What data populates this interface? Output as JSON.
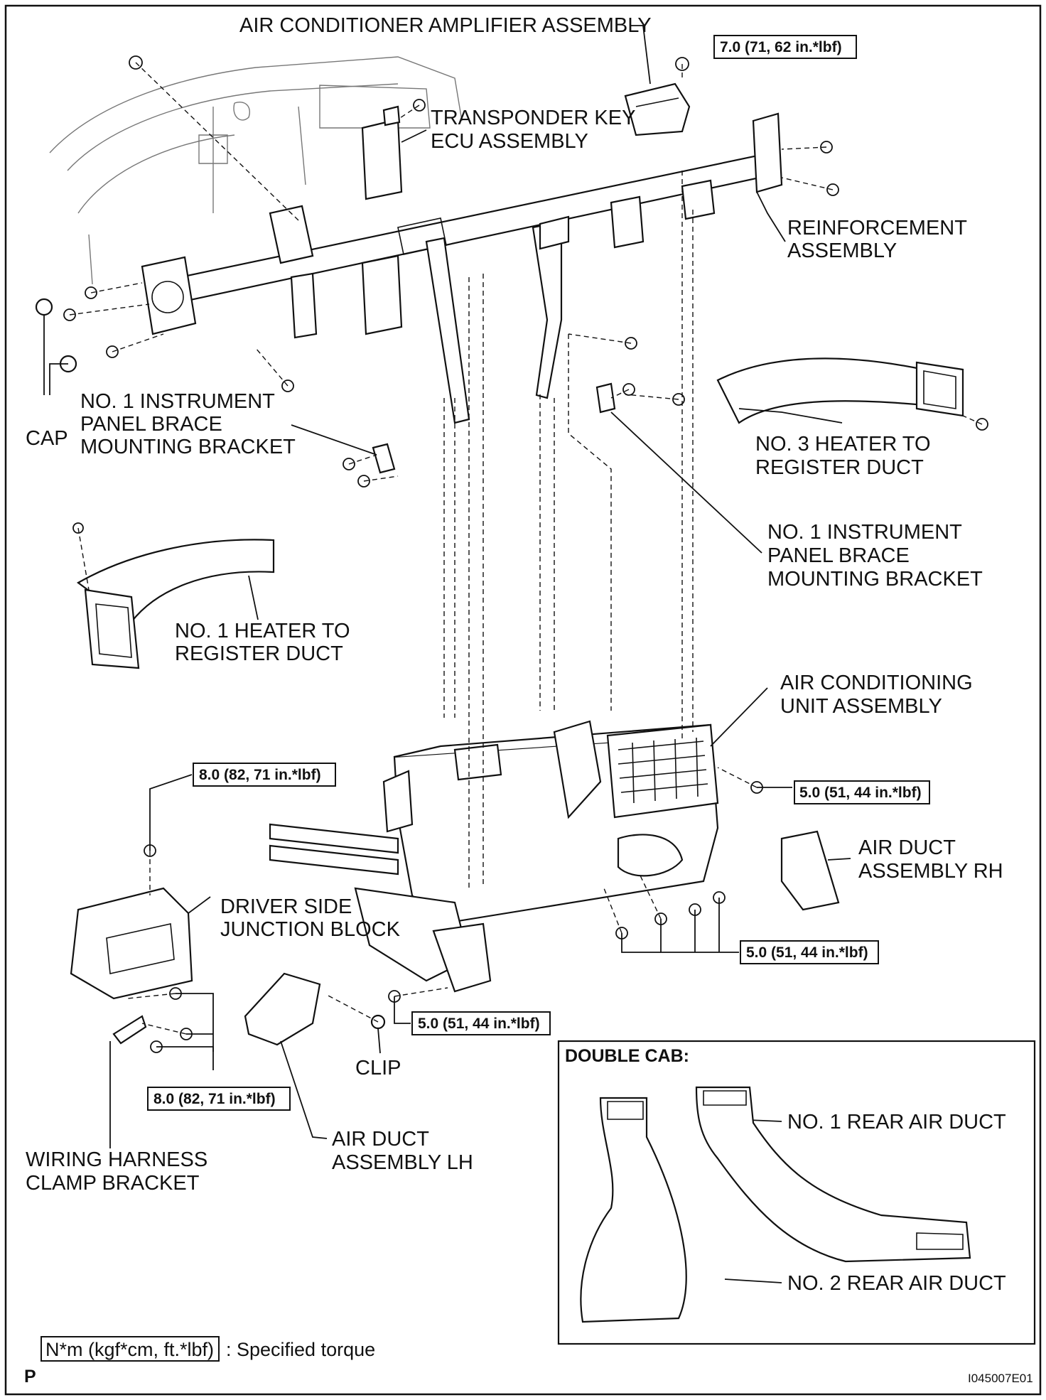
{
  "labels": {
    "ac_amplifier": "AIR CONDITIONER AMPLIFIER ASSEMBLY",
    "transponder_line1": "TRANSPONDER KEY",
    "transponder_line2": "ECU ASSEMBLY",
    "reinforcement_line1": "REINFORCEMENT",
    "reinforcement_line2": "ASSEMBLY",
    "bracket_left_line1": "NO. 1 INSTRUMENT",
    "bracket_left_line2": "PANEL BRACE",
    "bracket_left_line3": "MOUNTING BRACKET",
    "cap": "CAP",
    "heater3_line1": "NO. 3 HEATER TO",
    "heater3_line2": "REGISTER DUCT",
    "bracket_right_line1": "NO. 1 INSTRUMENT",
    "bracket_right_line2": "PANEL BRACE",
    "bracket_right_line3": "MOUNTING BRACKET",
    "heater1_line1": "NO. 1 HEATER TO",
    "heater1_line2": "REGISTER DUCT",
    "ac_unit_line1": "AIR CONDITIONING",
    "ac_unit_line2": "UNIT ASSEMBLY",
    "junction_line1": "DRIVER SIDE",
    "junction_line2": "JUNCTION BLOCK",
    "duct_rh_line1": "AIR DUCT",
    "duct_rh_line2": "ASSEMBLY RH",
    "clip": "CLIP",
    "duct_lh_line1": "AIR DUCT",
    "duct_lh_line2": "ASSEMBLY LH",
    "harness_line1": "WIRING HARNESS",
    "harness_line2": "CLAMP BRACKET",
    "double_cab": "DOUBLE CAB:",
    "rear_duct1": "NO. 1 REAR AIR DUCT",
    "rear_duct2": "NO. 2 REAR AIR DUCT"
  },
  "torques": {
    "amplifier": "7.0 (71, 62 in.*lbf)",
    "junction_top": "8.0 (82, 71 in.*lbf)",
    "unit_right": "5.0 (51, 44 in.*lbf)",
    "unit_bottom": "5.0 (51, 44 in.*lbf)",
    "clip": "5.0 (51, 44 in.*lbf)",
    "junction_bottom": "8.0 (82, 71 in.*lbf)"
  },
  "legend": {
    "unit": "N*m (kgf*cm, ft.*lbf)",
    "description": ": Specified torque"
  },
  "footer": {
    "corner_letter": "P",
    "figure_code": "I045007E01"
  }
}
